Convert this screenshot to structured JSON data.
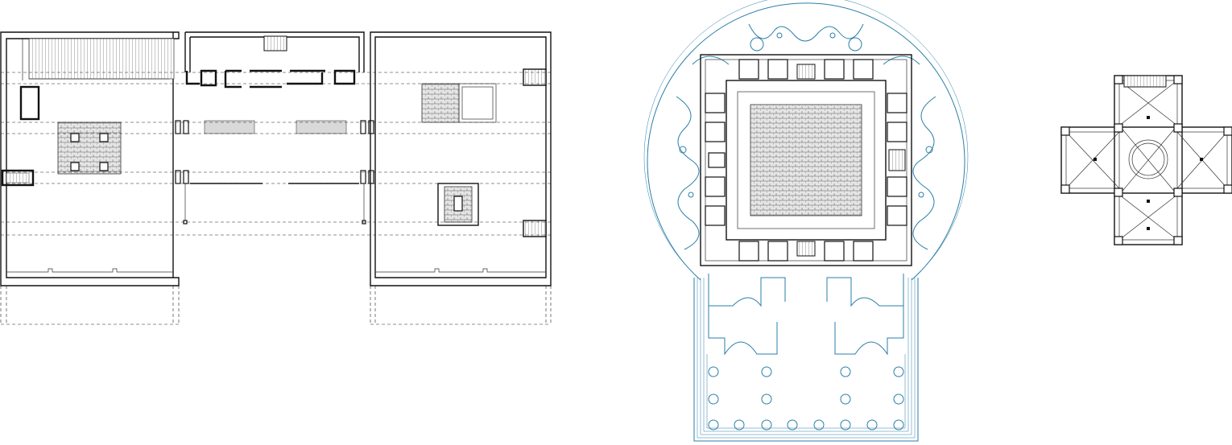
{
  "drawing": {
    "plans": [
      {
        "id": "left-plan"
      },
      {
        "id": "center-plan"
      },
      {
        "id": "right-plan"
      }
    ],
    "colors": {
      "ink": "#111111",
      "grey": "#d9d9d9",
      "blue": "#2a7fa8",
      "background": "#ffffff"
    }
  }
}
